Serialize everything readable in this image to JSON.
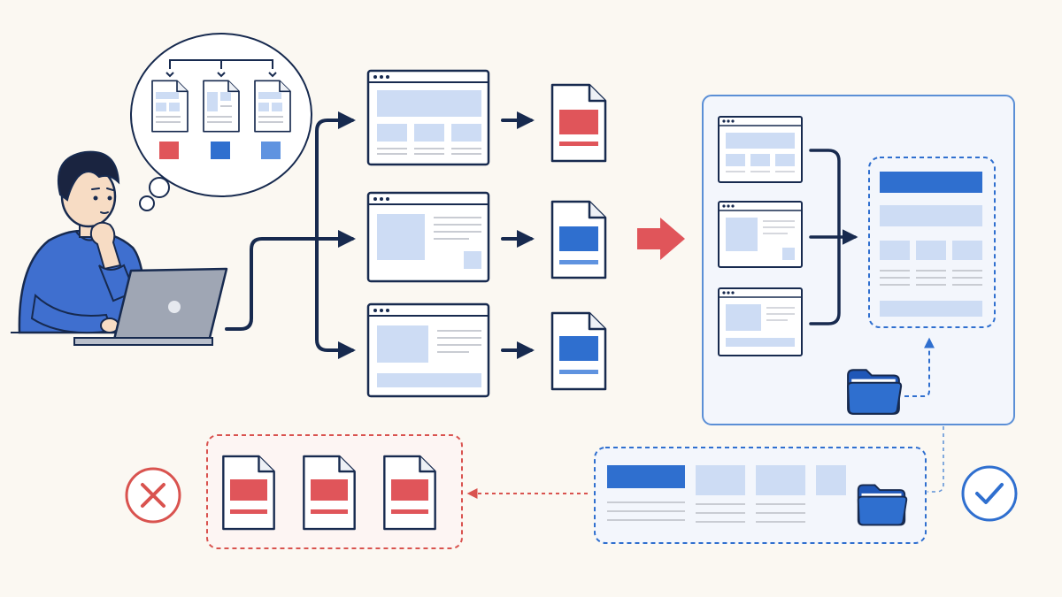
{
  "colors": {
    "background": "#fbf8f2",
    "navy": "#172a4f",
    "blue": "#2f6fcf",
    "mid_blue": "#5f93e0",
    "light_blue": "#cddcf4",
    "red": "#e0555a",
    "red_dashed": "#d9534f",
    "panel_fill": "#f3f6fc",
    "panel_border": "#5b8fd6",
    "gray_line": "#c9ccd3",
    "skin": "#f7dcc4",
    "hair": "#1a2440",
    "sweater": "#3f6fcf",
    "laptop": "#9fa6b4"
  },
  "nodes": {
    "person": "person-thinking-at-laptop",
    "thought": "thought-bubble-document-options",
    "templates": [
      "browser-page-wide-banner",
      "browser-page-image-left",
      "browser-page-image-with-footer"
    ],
    "outputs": [
      "document-red",
      "document-blue",
      "document-blue"
    ],
    "transition": "red-arrow-right",
    "assembly_panel": "panel-combine-pages",
    "combined_result": "combined-layout-dashed",
    "source_folder": "folder-icon",
    "final_result": "horizontal-layout-dashed",
    "rejected": "rejected-document-group",
    "accepted_mark": "check-circle-icon",
    "rejected_mark": "x-circle-icon"
  }
}
